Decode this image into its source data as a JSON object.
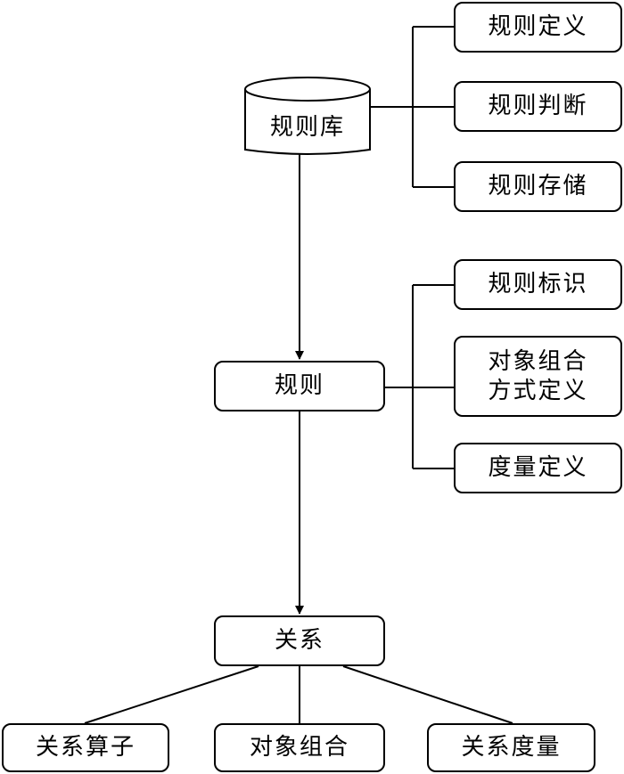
{
  "nodes": {
    "rule_base": "规则库",
    "rule_def": "规则定义",
    "rule_judge": "规则判断",
    "rule_store": "规则存储",
    "rule": "规则",
    "rule_id": "规则标识",
    "combo_def": "对象组合\n方式定义",
    "metric_def": "度量定义",
    "relation": "关系",
    "rel_operator": "关系算子",
    "obj_combo": "对象组合",
    "rel_metric": "关系度量"
  }
}
